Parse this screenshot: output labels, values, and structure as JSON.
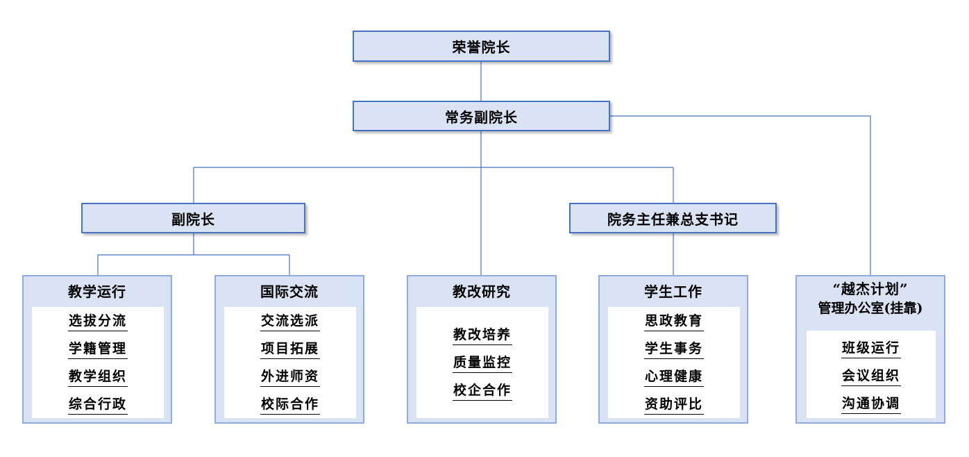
{
  "colors": {
    "box_fill": "#dae3f3",
    "box_border": "#4472c4",
    "dept_border": "#8faadc",
    "connector": "#4472c4"
  },
  "nodes": {
    "honorary_dean": "荣誉院长",
    "executive_vice_dean": "常务副院长",
    "vice_dean": "副院长",
    "office_director": "院务主任兼总支书记"
  },
  "departments": [
    {
      "title": "教学运行",
      "items": [
        "选拔分流",
        "学籍管理",
        "教学组织",
        "综合行政"
      ]
    },
    {
      "title": "国际交流",
      "items": [
        "交流选派",
        "项目拓展",
        "外进师资",
        "校际合作"
      ]
    },
    {
      "title": "教改研究",
      "items": [
        "教改培养",
        "质量监控",
        "校企合作"
      ]
    },
    {
      "title": "学生工作",
      "items": [
        "思政教育",
        "学生事务",
        "心理健康",
        "资助评比"
      ]
    },
    {
      "title_line1": "“越杰计划”",
      "title_line2": "管理办公室(挂靠)",
      "items": [
        "班级运行",
        "会议组织",
        "沟通协调"
      ]
    }
  ]
}
